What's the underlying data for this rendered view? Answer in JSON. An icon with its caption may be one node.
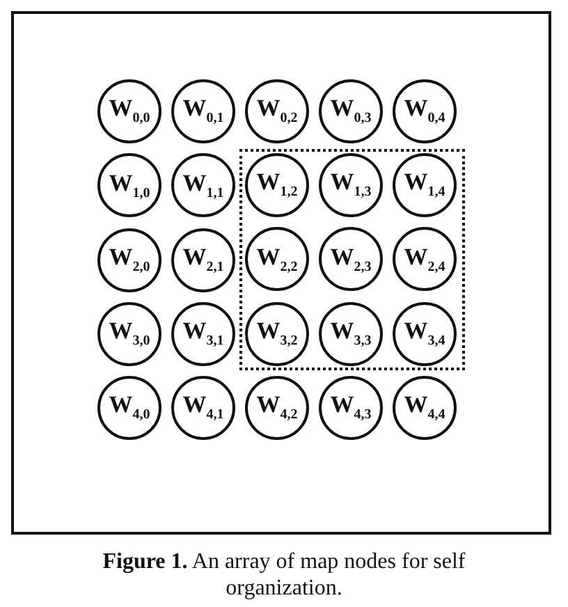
{
  "diagram": {
    "caption": "**Figure 1.** An array of map nodes for self organization.",
    "nodes": [
      {
        "text": [],
        "shape": "box"
      },
      {
        "text": [
          "W$_{0,0}$"
        ]
      },
      {
        "text": [
          "W$_{0,1}$"
        ]
      },
      {
        "text": [
          "W$_{0,2}$"
        ]
      },
      {
        "text": [
          "W$_{0,3}$"
        ]
      },
      {
        "text": [
          "W$_{0,4}$"
        ]
      },
      {
        "text": [
          "W$_{1,0}$"
        ]
      },
      {
        "text": [
          "W$_{1,1}$"
        ]
      },
      {
        "text": [
          "W$_{1,2}$"
        ],
        "in": 0
      },
      {
        "text": [
          "W$_{1,3}$"
        ],
        "in": 0
      },
      {
        "text": [
          "W$_{1,4}$"
        ],
        "in": 0
      },
      {
        "text": [
          "W$_{2,0}$"
        ]
      },
      {
        "text": [
          "W$_{2,1}$"
        ]
      },
      {
        "text": [
          "W$_{2,2}$"
        ],
        "in": 0
      },
      {
        "text": [
          "W$_{2,3}$"
        ],
        "in": 0
      },
      {
        "text": [
          "W$_{2,4}$"
        ],
        "in": 0
      },
      {
        "text": [
          "W$_{3,0}$"
        ]
      },
      {
        "text": [
          "W$_{3,1}$"
        ]
      },
      {
        "text": [
          "W$_{3,2}$"
        ],
        "in": 0
      },
      {
        "text": [
          "W$_{3,3}$"
        ],
        "in": 0
      },
      {
        "text": [
          "W$_{3,4}$"
        ],
        "in": 0
      },
      {
        "text": [
          "W$_{4,0}$"
        ]
      },
      {
        "text": [
          "W$_{4,1}$"
        ]
      },
      {
        "text": [
          "W$_{4,2}$"
        ]
      },
      {
        "text": [
          "W$_{4,3}$"
        ]
      },
      {
        "text": [
          "W$_{4,4}$"
        ]
      }
    ]
  }
}
